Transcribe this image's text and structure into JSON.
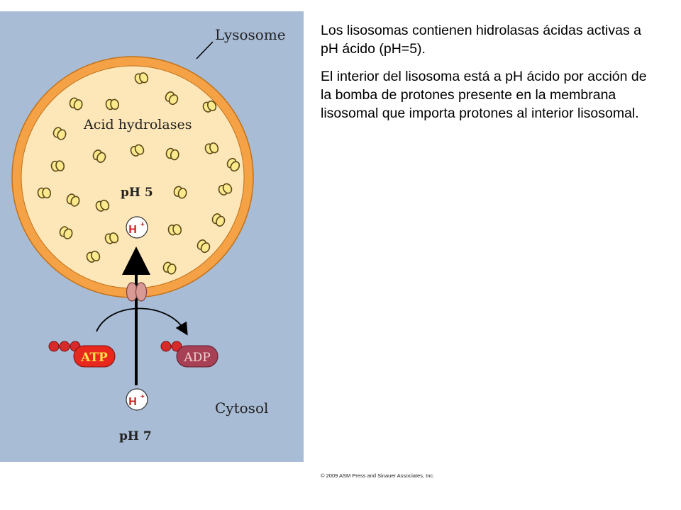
{
  "diagram": {
    "labels": {
      "lysosome": "Lysosome",
      "acid_hydrolases": "Acid hydrolases",
      "ph_inside": "pH 5",
      "ph_outside": "pH 7",
      "cytosol": "Cytosol",
      "proton_inside": "H",
      "proton_outside": "H",
      "proton_charge": "+",
      "atp": "ATP",
      "adp": "ADP"
    },
    "colors": {
      "cytosol_background": "#a8bcd6",
      "lumen": "#fde6b8",
      "membrane": "#f4a245",
      "membrane_outline": "#c2721a",
      "enzyme": "#fbe98b",
      "atp_pill": "#e8281c",
      "adp_pill": "#a84055",
      "phosphate": "#d82a2a",
      "pump": "#d99a96"
    }
  },
  "text": {
    "paragraph_1": "Los lisosomas contienen hidrolasas ácidas activas a pH ácido (pH=5).",
    "paragraph_2": "El interior del lisosoma está a pH ácido por acción de la bomba de protones presente en la membrana lisosomal que importa protones al interior lisosomal."
  },
  "copyright": "© 2009 ASM Press and Sinauer Associates, Inc."
}
